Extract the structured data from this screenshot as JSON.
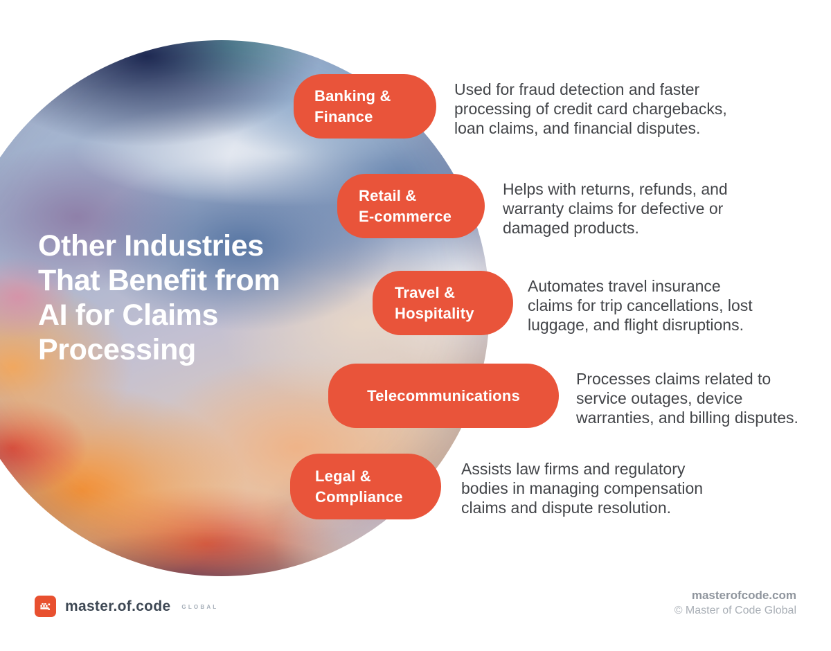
{
  "hero": {
    "title_lines": [
      "Other Industries",
      "That Benefit from",
      "AI for Claims",
      "Processing"
    ]
  },
  "industries": [
    {
      "label_lines": [
        "Banking &",
        "Finance"
      ],
      "description_lines": [
        "Used for fraud detection and faster",
        "processing of credit card chargebacks,",
        "loan claims, and financial disputes."
      ]
    },
    {
      "label_lines": [
        "Retail &",
        "E-commerce"
      ],
      "description_lines": [
        "Helps with returns, refunds, and",
        "warranty claims for defective or",
        "damaged products."
      ]
    },
    {
      "label_lines": [
        "Travel &",
        "Hospitality"
      ],
      "description_lines": [
        "Automates travel insurance",
        "claims for trip cancellations, lost",
        "luggage, and flight disruptions."
      ]
    },
    {
      "label_lines": [
        "Telecommunications"
      ],
      "description_lines": [
        "Processes claims related to",
        "service outages, device",
        "warranties, and billing disputes."
      ]
    },
    {
      "label_lines": [
        "Legal &",
        "Compliance"
      ],
      "description_lines": [
        "Assists law firms and regulatory",
        "bodies in managing compensation",
        "claims and dispute resolution."
      ]
    }
  ],
  "footer": {
    "brand": "master.of.code",
    "brand_suffix": "GLOBAL",
    "website": "masterofcode.com",
    "copyright": "© Master of Code Global"
  },
  "colors": {
    "accent": "#E9543A",
    "pill_text": "#FFFFFF",
    "title_text": "#FFFFFF",
    "body_text": "#434549",
    "logo_box": "#E8502F"
  },
  "icons": {
    "logo": "pixel-crown-icon"
  }
}
